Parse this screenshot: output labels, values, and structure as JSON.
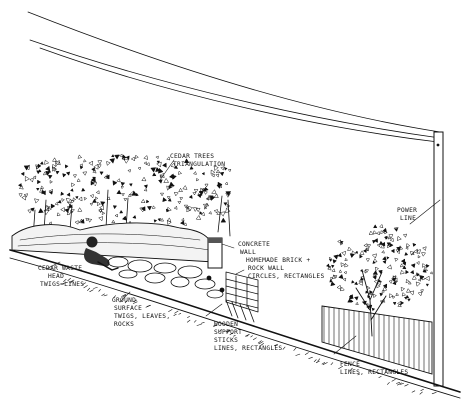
{
  "labels": {
    "cedar_trees": [
      "CEDAR TREES",
      "TRIANGULATION"
    ],
    "concrete_wall": [
      "CONCRETE",
      "WALL"
    ],
    "homemade_wall": [
      "HOMEMADE BRICK +",
      "ROCK WALL",
      "CIRCLES, RECTANGLES"
    ],
    "power_line": [
      "POWER",
      "LINE"
    ],
    "cedar_waste": [
      "CEDAR WASTE",
      "HEAD",
      "TWIGS=LINES"
    ],
    "ground_surface": [
      "GROUND",
      "SURFACE",
      "TWIGS, LEAVES,",
      "ROCKS"
    ],
    "wooden_support": [
      "WOODEN",
      "SUPPORT",
      "STICKS",
      "LINES, RECTANGLES"
    ],
    "fence": [
      "FENCE",
      "LINES, RECTANGLES"
    ]
  }
}
